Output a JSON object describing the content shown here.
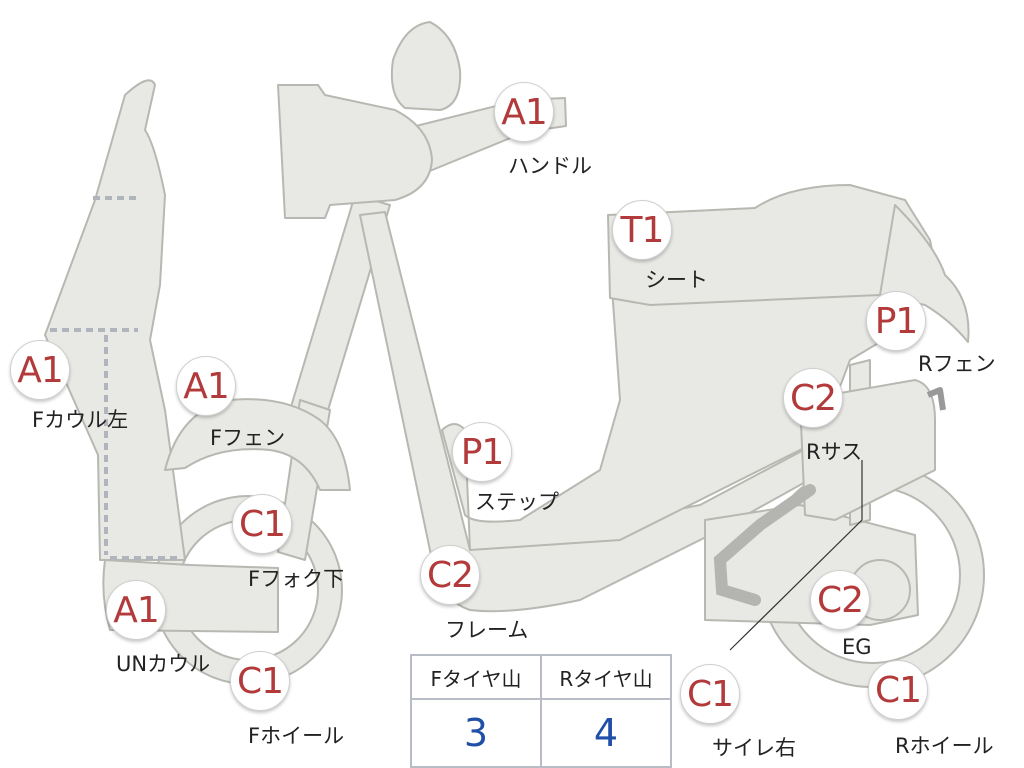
{
  "colors": {
    "body_fill": "#e8e8e4",
    "outline": "#b8b8b2",
    "grade_text": "#b33a3a",
    "value_text": "#1f4fa8"
  },
  "parts": [
    {
      "id": "handle",
      "grade": "A1",
      "label": "ハンドル"
    },
    {
      "id": "seat",
      "grade": "T1",
      "label": "シート"
    },
    {
      "id": "r-fender",
      "grade": "P1",
      "label": "Rフェン"
    },
    {
      "id": "f-cowl-left",
      "grade": "A1",
      "label": "Fカウル左"
    },
    {
      "id": "f-fender",
      "grade": "A1",
      "label": "Fフェン"
    },
    {
      "id": "r-suspension",
      "grade": "C2",
      "label": "Rサス"
    },
    {
      "id": "step",
      "grade": "P1",
      "label": "ステップ"
    },
    {
      "id": "f-fork-lower",
      "grade": "C1",
      "label": "Fフォク下"
    },
    {
      "id": "frame",
      "grade": "C2",
      "label": "フレーム"
    },
    {
      "id": "under-cowl",
      "grade": "A1",
      "label": "UNカウル"
    },
    {
      "id": "engine",
      "grade": "C2",
      "label": "EG"
    },
    {
      "id": "f-wheel",
      "grade": "C1",
      "label": "Fホイール"
    },
    {
      "id": "muffler-right",
      "grade": "C1",
      "label": "サイレ右"
    },
    {
      "id": "r-wheel",
      "grade": "C1",
      "label": "Rホイール"
    }
  ],
  "tread": {
    "front_header": "Fタイヤ山",
    "rear_header": "Rタイヤ山",
    "front_value": "3",
    "rear_value": "4"
  }
}
